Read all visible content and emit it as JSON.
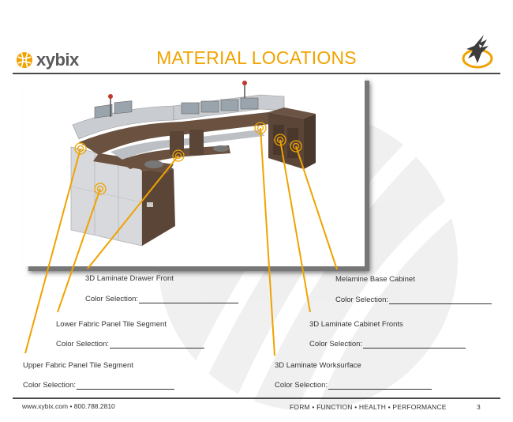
{
  "header": {
    "logo_text": "xybix",
    "title": "MATERIAL LOCATIONS"
  },
  "image": {
    "subject": "U-shaped control room console with fabric panels, laminate drawers and cabinets"
  },
  "callouts": [
    {
      "label": "3D Laminate Drawer Front",
      "selection": "Color Selection:"
    },
    {
      "label": "Lower Fabric Panel Tile Segment",
      "selection": "Color Selection:"
    },
    {
      "label": "Upper Fabric Panel Tile Segment",
      "selection": "Color Selection:"
    },
    {
      "label": "Melamine Base Cabinet",
      "selection": "Color Selection:"
    },
    {
      "label": "3D Laminate Cabinet Fronts",
      "selection": "Color Selection:"
    },
    {
      "label": "3D Laminate Worksurface",
      "selection": "Color Selection:"
    }
  ],
  "footer": {
    "contact": "www.xybix.com • 800.788.2810",
    "tagline": "FORM • FUNCTION • HEALTH • PERFORMANCE",
    "page_number": "3"
  },
  "colors": {
    "accent": "#f0a300",
    "rule": "#4a4a4a",
    "laminate": "#5a4537",
    "fabric": "#cfd2d6"
  }
}
